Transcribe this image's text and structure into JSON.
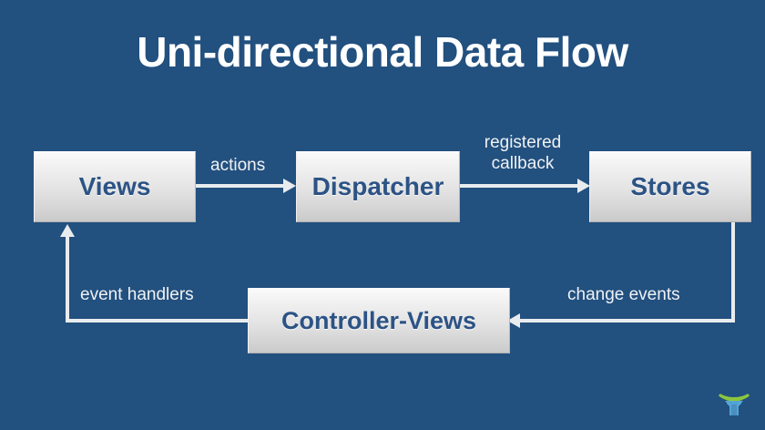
{
  "slide": {
    "title": "Uni-directional Data Flow",
    "background_color": "#22507f",
    "title_color": "#ffffff"
  },
  "theme": {
    "node_text_color": "#2c5385",
    "node_gradient_top": "#fbfbfb",
    "node_gradient_bottom": "#c9c9c9",
    "connector_color": "#e9ecee",
    "label_color": "#f0f2f4",
    "logo_arc_color": "#8cc63e",
    "logo_mark_color": "#55a8d8"
  },
  "nodes": [
    {
      "id": "views",
      "label": "Views"
    },
    {
      "id": "dispatcher",
      "label": "Dispatcher"
    },
    {
      "id": "stores",
      "label": "Stores"
    },
    {
      "id": "controller",
      "label": "Controller-Views"
    }
  ],
  "edges": [
    {
      "id": "actions",
      "label": "actions",
      "from": "views",
      "to": "dispatcher",
      "direction": "right"
    },
    {
      "id": "callback",
      "label": "registered\ncallback",
      "from": "dispatcher",
      "to": "stores",
      "direction": "right"
    },
    {
      "id": "change",
      "label": "change events",
      "from": "stores",
      "to": "controller",
      "direction": "left"
    },
    {
      "id": "event",
      "label": "event handlers",
      "from": "controller",
      "to": "views",
      "direction": "up"
    }
  ],
  "logo": {
    "name": "brand-logo"
  }
}
